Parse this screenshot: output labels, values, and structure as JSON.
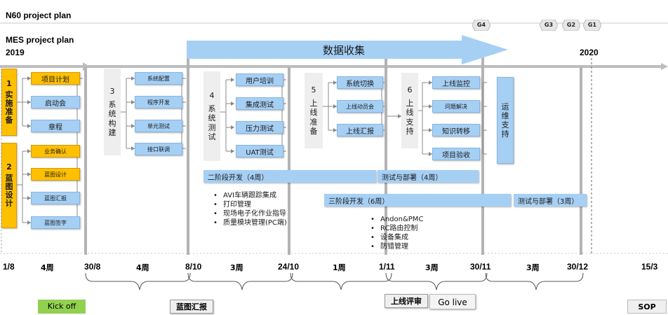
{
  "header": {
    "n60_title": "N60 project plan",
    "mes_title": "MES project plan",
    "year_start": "2019",
    "year_end": "2020"
  },
  "gates": [
    "G4",
    "G3",
    "G2",
    "G1"
  ],
  "banner": {
    "label": "数据收集"
  },
  "phases": {
    "p1": {
      "num": "1",
      "name": "实施准备",
      "tasks": [
        "项目计划",
        "启动会",
        "章程"
      ]
    },
    "p2": {
      "num": "2",
      "name": "蓝图设计",
      "tasks": [
        "业务确认",
        "蓝图设计",
        "蓝图汇报",
        "蓝图签字"
      ]
    },
    "p3": {
      "num": "3",
      "name": "系统构建",
      "tasks": [
        "系统配置",
        "程序开发",
        "单元测试",
        "接口联调"
      ]
    },
    "p4": {
      "num": "4",
      "name": "系统测试",
      "tasks": [
        "用户培训",
        "集成测试",
        "压力测试",
        "UAT测试"
      ]
    },
    "p5": {
      "num": "5",
      "name": "上线准备",
      "tasks": [
        "系统切换",
        "上线动员会",
        "上线汇报"
      ]
    },
    "p6": {
      "num": "6",
      "name": "上线支持",
      "tasks": [
        "上线监控",
        "问题解决",
        "知识转移",
        "项目验收"
      ]
    },
    "p7": {
      "name": "运维支持"
    }
  },
  "bars": {
    "phase2_dev": "二阶段开发（4周）",
    "phase2_test": "测试与部署（4周）",
    "phase3_dev": "三阶段开发（6周）",
    "phase3_test": "测试与部署（3周）"
  },
  "bullets_phase2": [
    "AVI车辆跟踪集成",
    "打印管理",
    "现场电子化作业指导",
    "质量模块管理(PC端)"
  ],
  "bullets_phase3": [
    "Andon&PMC",
    "RC路由控制",
    "设备集成",
    "防错管理"
  ],
  "timeline": {
    "dates": [
      "1/8",
      "30/8",
      "8/10",
      "24/10",
      "1/11",
      "30/11",
      "30/12",
      "15/3"
    ],
    "durations": [
      "4周",
      "4周",
      "3周",
      "1周",
      "3周",
      "3周"
    ]
  },
  "milestones": {
    "kickoff": "Kick off",
    "blueprint_report": "蓝图汇报",
    "golive_review": "上线评审",
    "golive": "Go live",
    "sop": "SOP"
  },
  "colors": {
    "orange": "#ffc000",
    "light_blue": "#a6cff4",
    "green": "#92d050",
    "gray_line": "#b3b3b3"
  }
}
